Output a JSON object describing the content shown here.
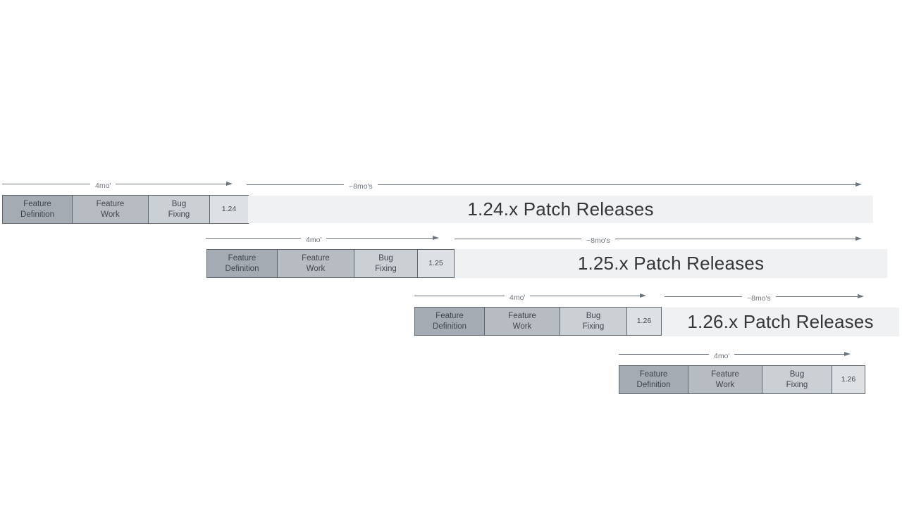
{
  "diagram": {
    "description": "Staggered software release cadence diagram with four overlapping release cycles",
    "colors": {
      "phase_definition_fill": "#a4abb2",
      "phase_work_fill": "#b6bcc2",
      "phase_bug_fill": "#cbd0d5",
      "version_fill": "#dee1e4",
      "patch_bar_fill": "#eff1f2",
      "border_color": "#5e656c",
      "arrow_color": "#6b747d",
      "label_gray": "#6d747c",
      "text_dark": "#41464c",
      "patch_text": "#34373a"
    },
    "rows": [
      {
        "version": "1.24",
        "phases": [
          "Feature\nDefinition",
          "Feature\nWork",
          "Bug\nFixing"
        ],
        "dev_duration_label": "4mo'",
        "patch_duration_label": "~8mo's",
        "patch_bar_label": "1.24.x Patch Releases"
      },
      {
        "version": "1.25",
        "phases": [
          "Feature\nDefinition",
          "Feature\nWork",
          "Bug\nFixing"
        ],
        "dev_duration_label": "4mo'",
        "patch_duration_label": "~8mo's",
        "patch_bar_label": "1.25.x Patch Releases"
      },
      {
        "version": "1.26",
        "phases": [
          "Feature\nDefinition",
          "Feature\nWork",
          "Bug\nFixing"
        ],
        "dev_duration_label": "4mo'",
        "patch_duration_label": "~8mo's",
        "patch_bar_label": "1.26.x Patch Releases"
      },
      {
        "version": "1.26",
        "phases": [
          "Feature\nDefinition",
          "Feature\nWork",
          "Bug\nFixing"
        ],
        "dev_duration_label": "4mo'"
      }
    ]
  }
}
